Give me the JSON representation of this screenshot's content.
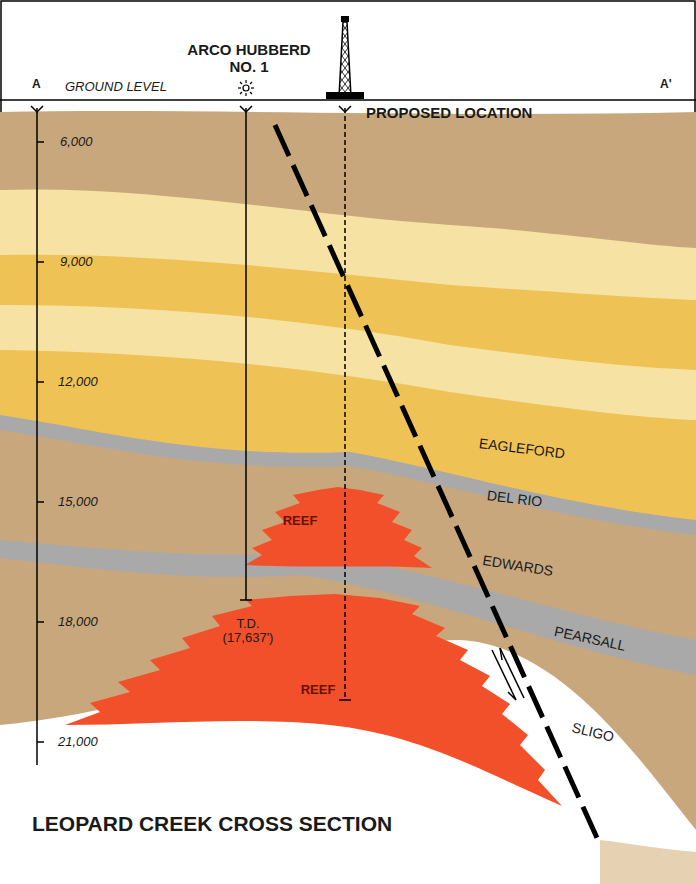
{
  "diagram": {
    "title": "LEOPARD CREEK CROSS SECTION",
    "nodes": [
      {
        "text": [
          "REEF"
        ]
      },
      {
        "text": [
          "REEF"
        ]
      }
    ],
    "labels": [
      "A",
      "GROUND LEVEL",
      "ARCO HUBBERD NO. 1",
      "PROPOSED LOCATION",
      "A'",
      "6,000",
      "9,000",
      "12,000",
      "15,000",
      "18,000",
      "21,000",
      "EAGLEFORD",
      "DEL RIO",
      "EDWARDS",
      "PEARSALL",
      "SLIGO",
      "T.D. (17,637')"
    ]
  }
}
